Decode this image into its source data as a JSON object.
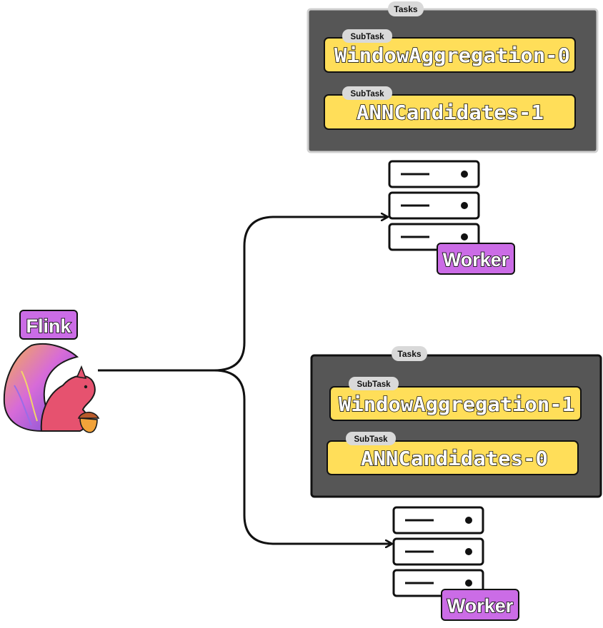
{
  "colors": {
    "task_panel": "#565656",
    "subtask_fill": "#ffde59",
    "worker_badge": "#cb6ce6",
    "pill": "#d9d9d9"
  },
  "flink": {
    "label": "Flink",
    "logo_icon": "flink-squirrel-logo"
  },
  "nodes": [
    {
      "tasks_label": "Tasks",
      "subtasks": [
        {
          "badge": "SubTask",
          "name": "WindowAggregation-0"
        },
        {
          "badge": "SubTask",
          "name": "ANNCandidates-1"
        }
      ],
      "worker_label": "Worker",
      "server_icon": "server-rack-icon"
    },
    {
      "tasks_label": "Tasks",
      "subtasks": [
        {
          "badge": "SubTask",
          "name": "WindowAggregation-1"
        },
        {
          "badge": "SubTask",
          "name": "ANNCandidates-0"
        }
      ],
      "worker_label": "Worker",
      "server_icon": "server-rack-icon"
    }
  ]
}
